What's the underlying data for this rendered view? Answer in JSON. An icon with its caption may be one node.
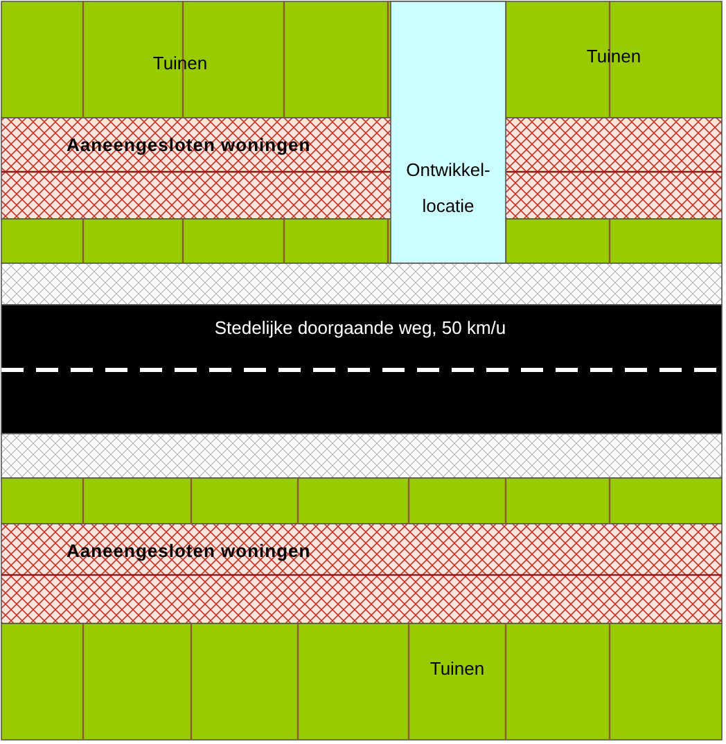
{
  "diagram": {
    "labels": [
      "Tuinen",
      "Tuinen",
      "Aaneengesloten woningen",
      "Ontwikkel-locatie",
      "Stedelijke doorgaande weg, 50 km/u",
      "Aaneengesloten woningen",
      "Tuinen"
    ]
  }
}
